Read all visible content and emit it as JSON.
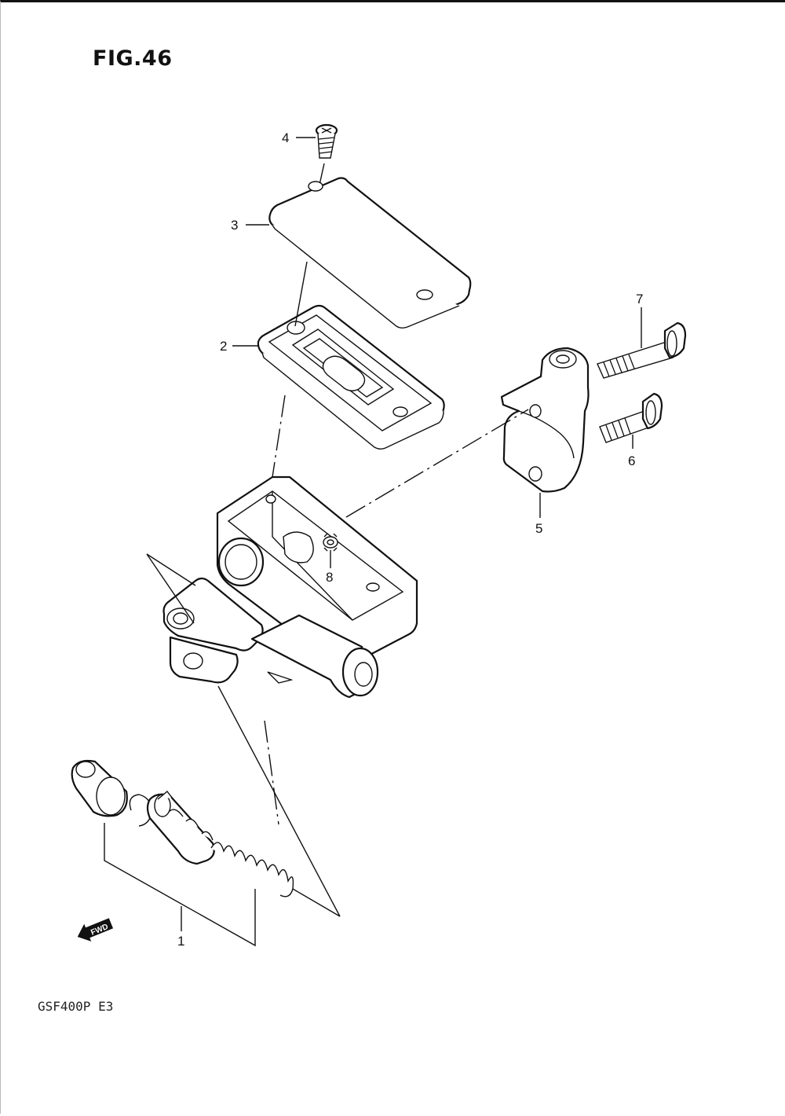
{
  "title": "FIG.46",
  "model": "GSF400P  E3",
  "fwd_badge": "FWD",
  "callouts": [
    {
      "id": "1",
      "label": "1"
    },
    {
      "id": "2",
      "label": "2"
    },
    {
      "id": "3",
      "label": "3"
    },
    {
      "id": "4",
      "label": "4"
    },
    {
      "id": "5",
      "label": "5"
    },
    {
      "id": "6",
      "label": "6"
    },
    {
      "id": "7",
      "label": "7"
    },
    {
      "id": "8",
      "label": "8"
    }
  ]
}
